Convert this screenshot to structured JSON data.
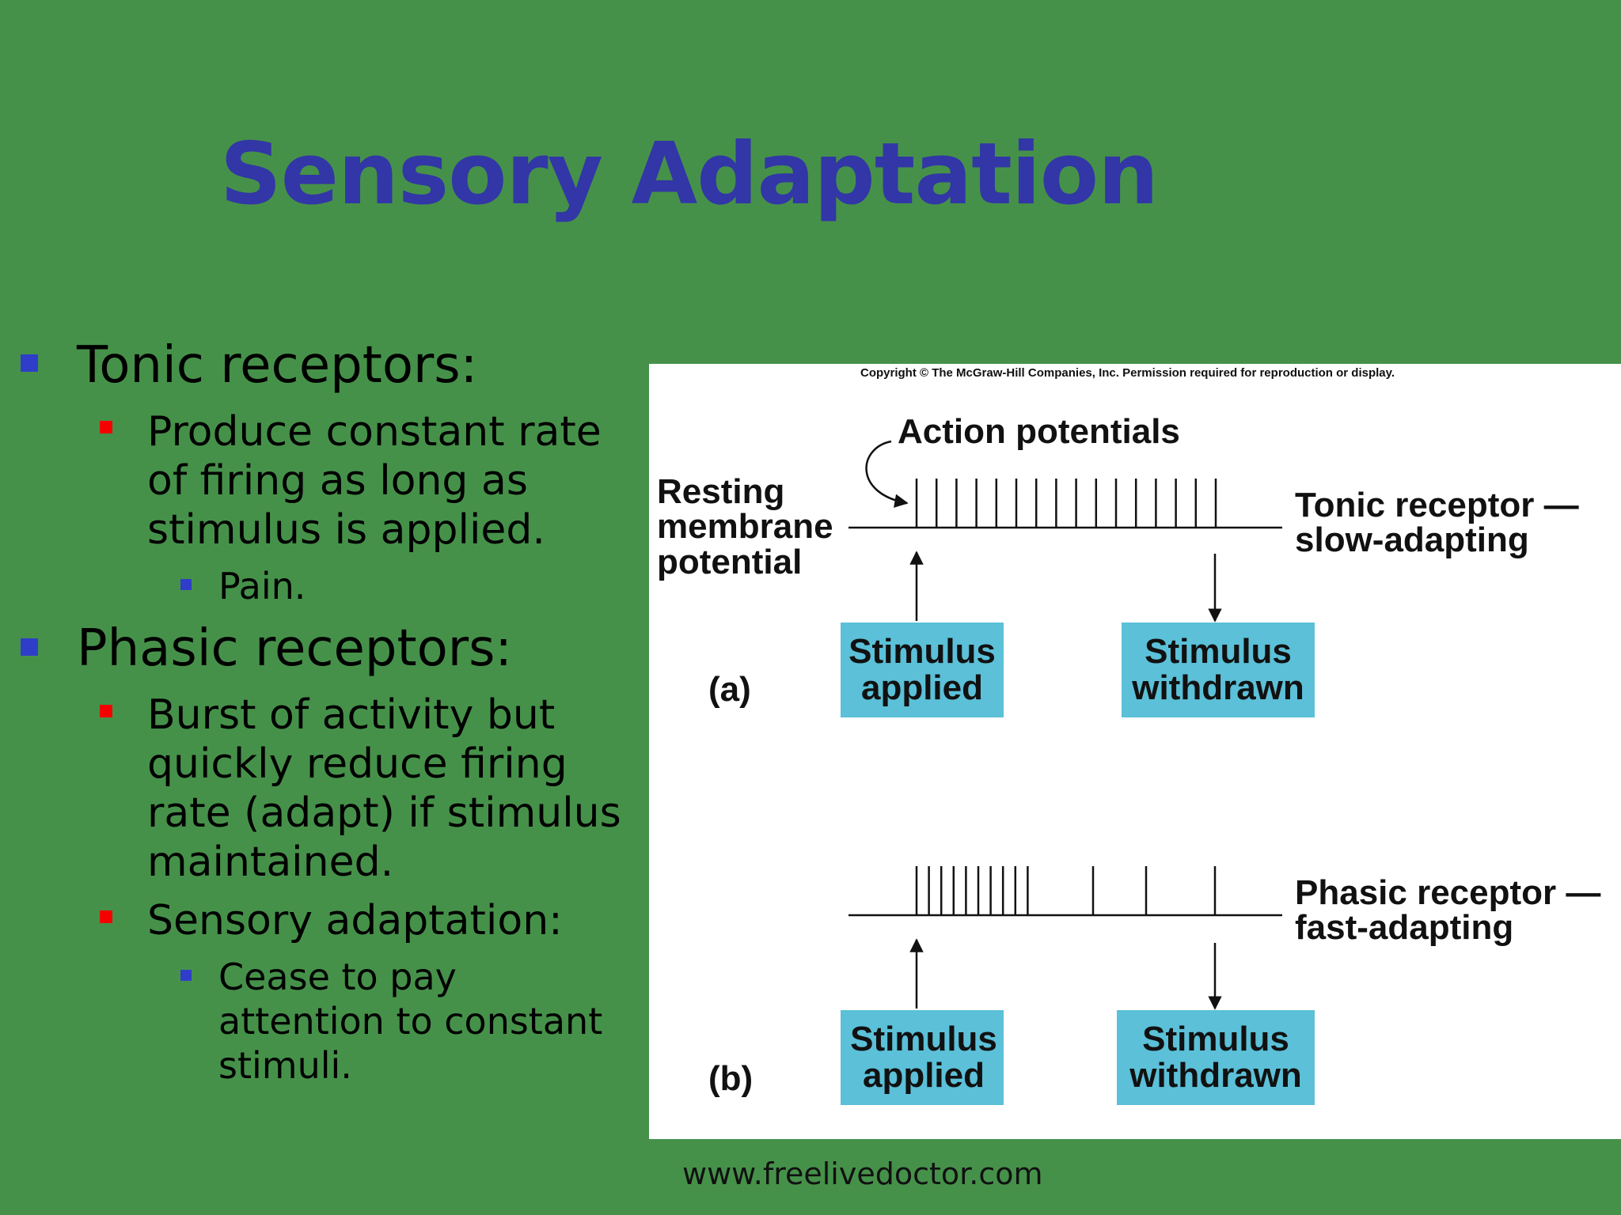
{
  "slide": {
    "title": "Sensory Adaptation",
    "footer": "www.freelivedoctor.com"
  },
  "bullets": {
    "tonic_heading": "Tonic receptors:",
    "tonic_point": [
      "Produce constant rate",
      "of firing as long as",
      "stimulus is applied."
    ],
    "tonic_example": "Pain.",
    "phasic_heading": "Phasic receptors:",
    "phasic_point": [
      "Burst of activity but",
      "quickly reduce firing",
      "rate (adapt) if stimulus",
      "maintained."
    ],
    "adaptation_heading": "Sensory adaptation:",
    "adaptation_point": [
      "Cease to pay",
      "attention to constant",
      "stimuli."
    ]
  },
  "figure": {
    "copyright": "Copyright © The McGraw-Hill Companies, Inc. Permission required for reproduction or display.",
    "action_potentials": "Action potentials",
    "resting": [
      "Resting",
      "membrane",
      "potential"
    ],
    "panel_a": {
      "label": "(a)",
      "receptor": [
        "Tonic receptor —",
        "slow-adapting"
      ],
      "applied": [
        "Stimulus",
        "applied"
      ],
      "withdrawn": [
        "Stimulus",
        "withdrawn"
      ]
    },
    "panel_b": {
      "label": "(b)",
      "receptor": [
        "Phasic receptor —",
        "fast-adapting"
      ],
      "applied": [
        "Stimulus",
        "applied"
      ],
      "withdrawn": [
        "Stimulus",
        "withdrawn"
      ]
    },
    "box_color": "#5bc0d8"
  }
}
